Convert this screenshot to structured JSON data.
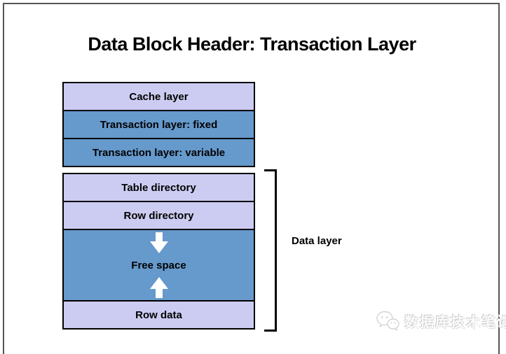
{
  "slide": {
    "title": "Data Block Header: Transaction Layer"
  },
  "diagram": {
    "header_stack": {
      "blocks": [
        {
          "label": "Cache layer",
          "variant": "lavender"
        },
        {
          "label": "Transaction layer: fixed",
          "variant": "blue"
        },
        {
          "label": "Transaction layer: variable",
          "variant": "blue"
        }
      ]
    },
    "data_stack": {
      "blocks": [
        {
          "label": "Table directory",
          "variant": "lavender"
        },
        {
          "label": "Row directory",
          "variant": "lavender"
        },
        {
          "label": "Free space",
          "variant": "blue",
          "arrows": [
            "down",
            "up"
          ]
        },
        {
          "label": "Row data",
          "variant": "lavender"
        }
      ],
      "bracket_label": "Data layer"
    }
  },
  "watermark": {
    "icon": "wechat-icon",
    "text": "数据库技术笔记"
  },
  "colors": {
    "lavender": "#ccccf2",
    "steel_blue": "#6699cc",
    "block_border": "#000000",
    "frame_border": "#555555",
    "arrow": "#ffffff",
    "watermark_gray": "#d4d4d4"
  }
}
